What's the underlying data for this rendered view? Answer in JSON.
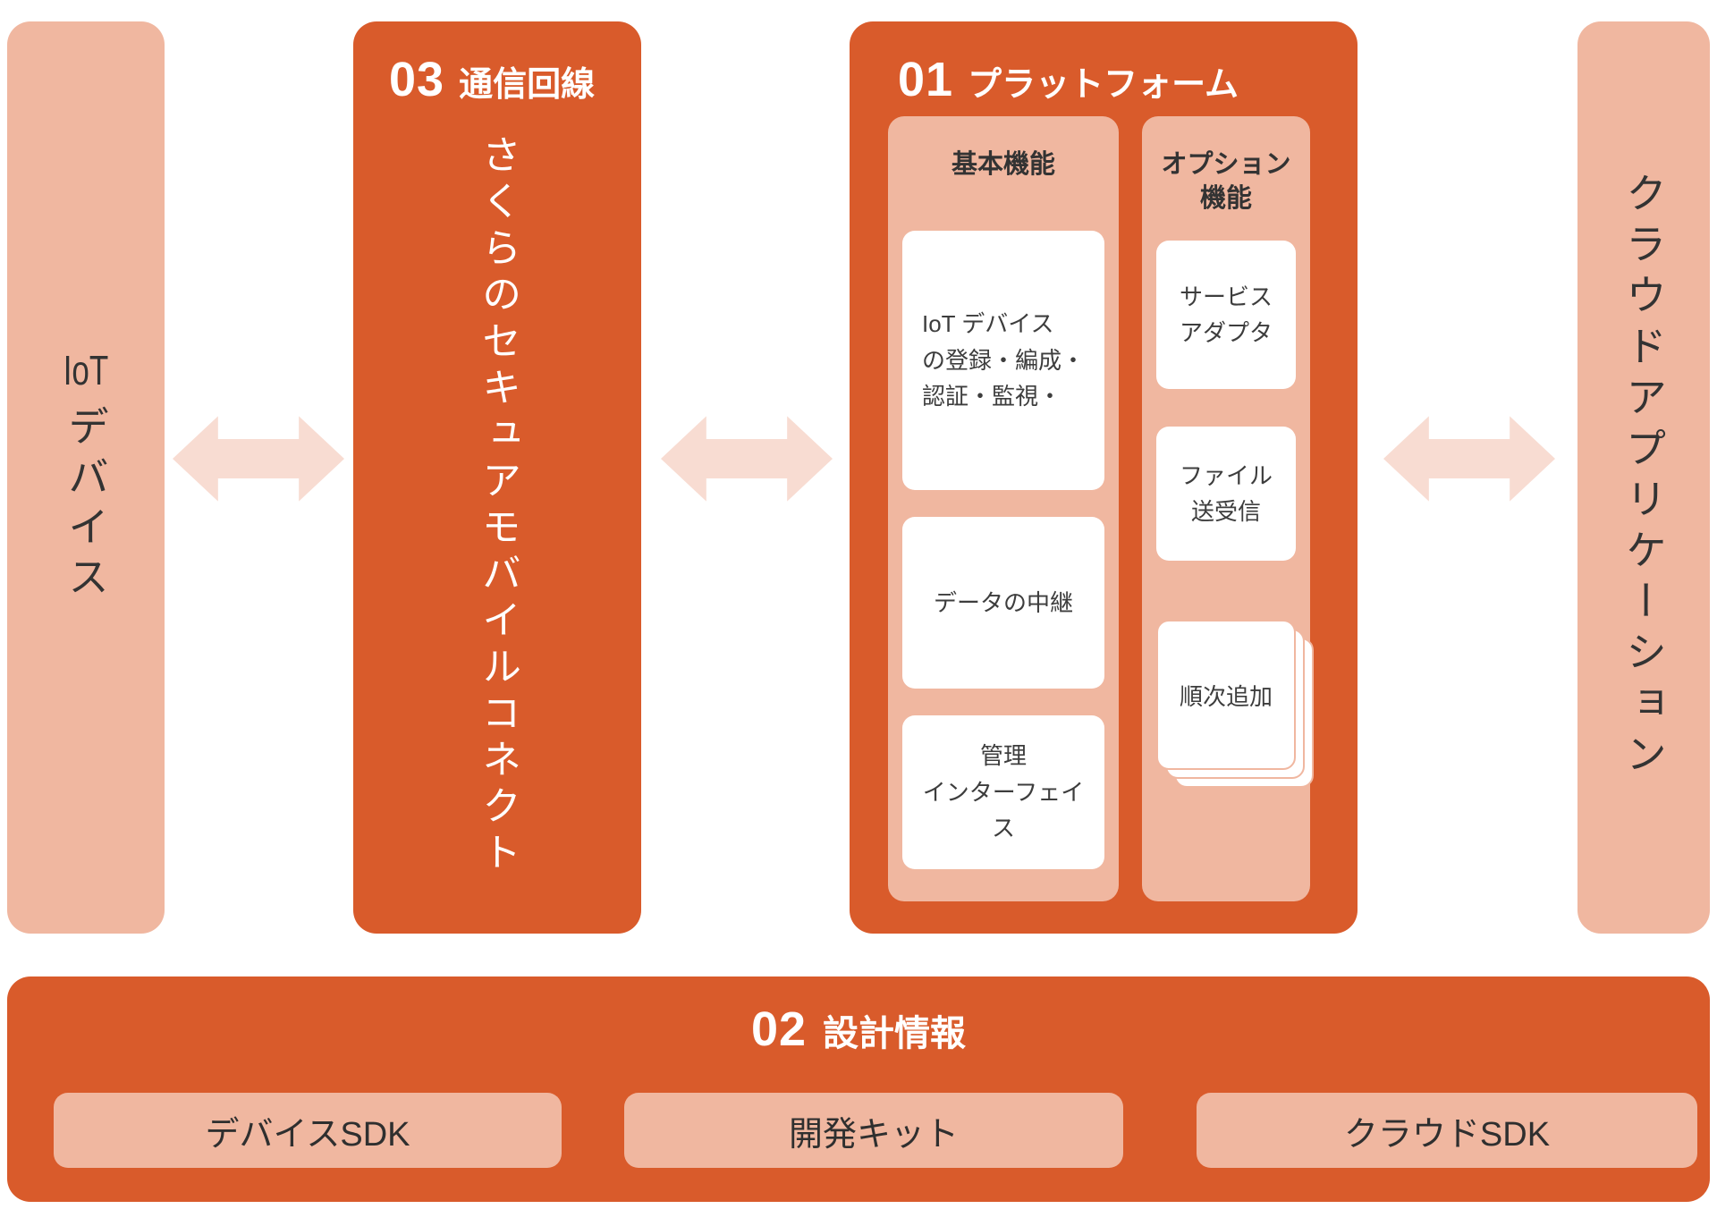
{
  "palette": {
    "orange": "#D95B2B",
    "salmon": "#F0B7A0",
    "arrow_pink": "#F8DCD2",
    "card_white": "#FFFFFF",
    "text_dark": "#333333",
    "text_on_orange": "#FFFFFF"
  },
  "icons": {
    "flow_arrow": "double-headed-horizontal-arrow"
  },
  "iot_column": {
    "latin": "IoT",
    "kana": "デバイス"
  },
  "network": {
    "number": "03",
    "title": "通信回線",
    "body": "さくらのセキュアモバイルコネクト"
  },
  "platform": {
    "number": "01",
    "title": "プラットフォーム",
    "basic": {
      "header": "基本機能",
      "card_register": "IoT デバイス\nの登録・編成・\n認証・監視・",
      "card_relay": "データの中継",
      "card_management": "管理\nインターフェイス"
    },
    "optional": {
      "header": "オプション\n機能",
      "card_adapter": "サービス\nアダプタ",
      "card_file": "ファイル\n送受信",
      "card_more": "順次追加"
    }
  },
  "cloud_column": {
    "label": "クラウドアプリケーション"
  },
  "design": {
    "number": "02",
    "title": "設計情報",
    "items": [
      "デバイスSDK",
      "開発キット",
      "クラウドSDK"
    ]
  }
}
